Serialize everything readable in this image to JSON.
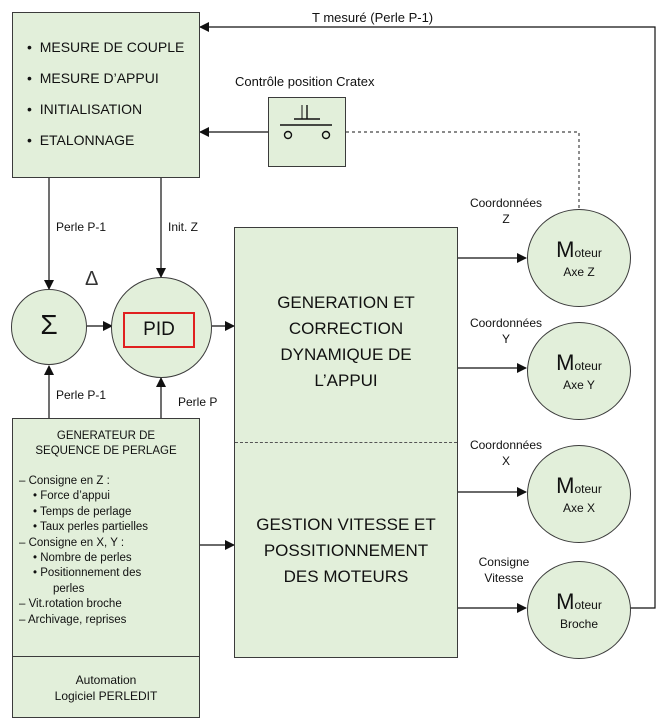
{
  "top_box": {
    "items": [
      "MESURE DE COUPLE",
      "MESURE D’APPUI",
      "INITIALISATION",
      "ETALONNAGE"
    ]
  },
  "labels": {
    "t_mesure": "T mesuré (Perle P-1)",
    "controle": "Contrôle position Cratex",
    "perle_p1_top": "Perle P-1",
    "init_z": "Init. Z",
    "delta": "Δ",
    "perle_p1_bottom": "Perle P-1",
    "perle_p": "Perle P",
    "coord_z_1": "Coordonnées",
    "coord_z_2": "Z",
    "coord_y_1": "Coordonnées",
    "coord_y_2": "Y",
    "coord_x_1": "Coordonnées",
    "coord_x_2": "X",
    "consigne_1": "Consigne",
    "consigne_2": "Vitesse"
  },
  "sigma": "Σ",
  "pid": "PID",
  "center_box": {
    "top": [
      "GENERATION ET",
      "CORRECTION",
      "DYNAMIQUE DE",
      "L’APPUI"
    ],
    "bottom": [
      "GESTION VITESSE ET",
      "POSSITIONNEMENT",
      "DES MOTEURS"
    ]
  },
  "generator": {
    "title_1": "GENERATEUR DE",
    "title_2": "SEQUENCE DE PERLAGE",
    "line_1": "– Consigne en Z :",
    "line_2": "•  Force d’appui",
    "line_3": "•  Temps de perlage",
    "line_4": "•  Taux perles partielles",
    "line_5": "– Consigne en X, Y :",
    "line_6": "•  Nombre de perles",
    "line_7": "•  Positionnement des",
    "line_8": "perles",
    "line_9": "– Vit.rotation broche",
    "line_10": "– Archivage, reprises"
  },
  "automation": {
    "line_1": "Automation",
    "line_2": "Logiciel PERLEDIT"
  },
  "motors": [
    {
      "big": "M",
      "small": "oteur",
      "axis": "Axe Z"
    },
    {
      "big": "M",
      "small": "oteur",
      "axis": "Axe Y"
    },
    {
      "big": "M",
      "small": "oteur",
      "axis": "Axe X"
    },
    {
      "big": "M",
      "small": "oteur",
      "axis": "Broche"
    }
  ],
  "colors": {
    "fill": "#e2efda",
    "border": "#3b3b3b",
    "pid_border": "#e02020"
  }
}
